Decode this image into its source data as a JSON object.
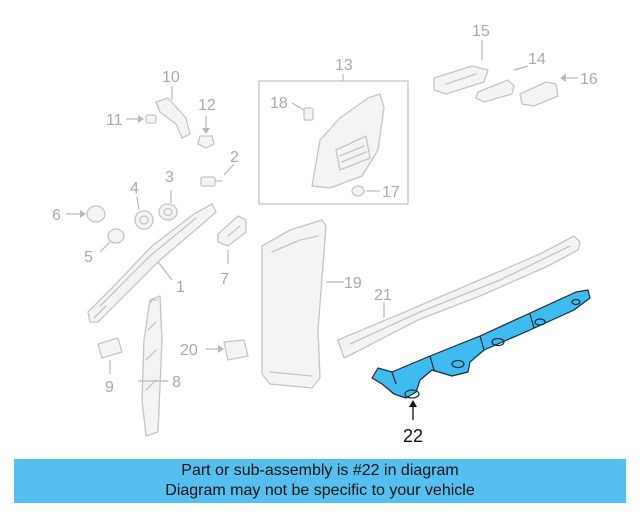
{
  "diagram": {
    "callouts": {
      "c1": "1",
      "c2": "2",
      "c3": "3",
      "c4": "4",
      "c5": "5",
      "c6": "6",
      "c7": "7",
      "c8": "8",
      "c9": "9",
      "c10": "10",
      "c11": "11",
      "c12": "12",
      "c13": "13",
      "c14": "14",
      "c15": "15",
      "c16": "16",
      "c17": "17",
      "c18": "18",
      "c19": "19",
      "c20": "20",
      "c21": "21",
      "c22": "22"
    },
    "highlighted_part": "22",
    "colors": {
      "highlight": "#3ebcf0",
      "banner": "#55c0f0",
      "linework": "#c4c4c4"
    }
  },
  "banner": {
    "line1": "Part or sub-assembly is #22 in diagram",
    "line2": "Diagram may not be specific to your vehicle"
  }
}
